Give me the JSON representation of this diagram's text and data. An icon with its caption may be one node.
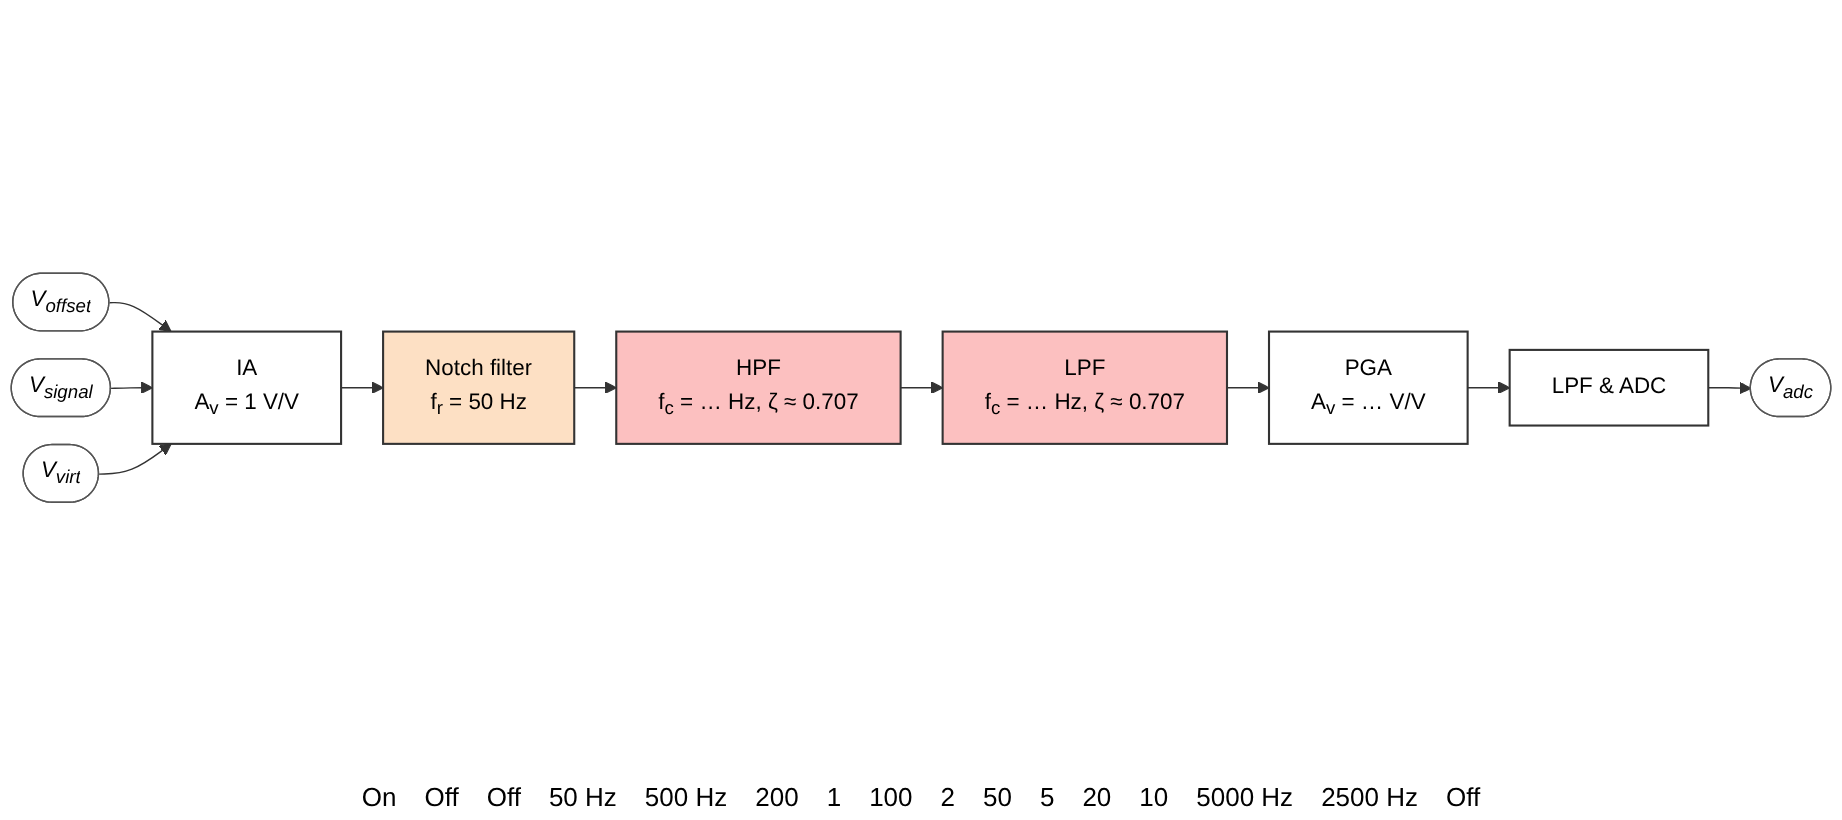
{
  "diagram": {
    "nodes": [
      {
        "text": [
          "V$_{offset}$"
        ]
      },
      {
        "text": [
          "V$_{signal}$"
        ]
      },
      {
        "text": [
          "V$_{virt}$"
        ]
      },
      {
        "text": [
          "IA",
          "A$_{v}$ = 1 V/V"
        ]
      },
      {
        "text": [
          "Notch filter",
          "f$_{r}$ = 50 Hz"
        ]
      },
      {
        "text": [
          "HPF",
          "f$_{c}$ = … Hz, ζ ≈ 0.707"
        ]
      },
      {
        "text": [
          "LPF",
          "f$_{c}$ = … Hz, ζ ≈ 0.707"
        ]
      },
      {
        "text": [
          "PGA",
          "A$_{v}$ = … V/V"
        ]
      },
      {
        "text": [
          "LPF & ADC"
        ]
      },
      {
        "text": [
          "V$_{adc}$"
        ]
      }
    ],
    "edges": [
      {
        "from": 0,
        "to": 3,
        "arrow": "to"
      },
      {
        "from": 1,
        "to": 3,
        "arrow": "to"
      },
      {
        "from": 2,
        "to": 3,
        "arrow": "to"
      },
      {
        "from": 3,
        "to": 4,
        "arrow": "to"
      },
      {
        "from": 4,
        "to": 5,
        "arrow": "to"
      },
      {
        "from": 5,
        "to": 6,
        "arrow": "to"
      },
      {
        "from": 6,
        "to": 7,
        "arrow": "to"
      },
      {
        "from": 7,
        "to": 8,
        "arrow": "to"
      },
      {
        "from": 8,
        "to": 9,
        "arrow": "to"
      }
    ],
    "labels": [
      "On",
      "Off",
      "Off",
      "50 Hz",
      "500 Hz",
      "200",
      "1",
      "100",
      "2",
      "50",
      "5",
      "20",
      "10",
      "5000 Hz",
      "2500 Hz",
      "Off"
    ]
  }
}
